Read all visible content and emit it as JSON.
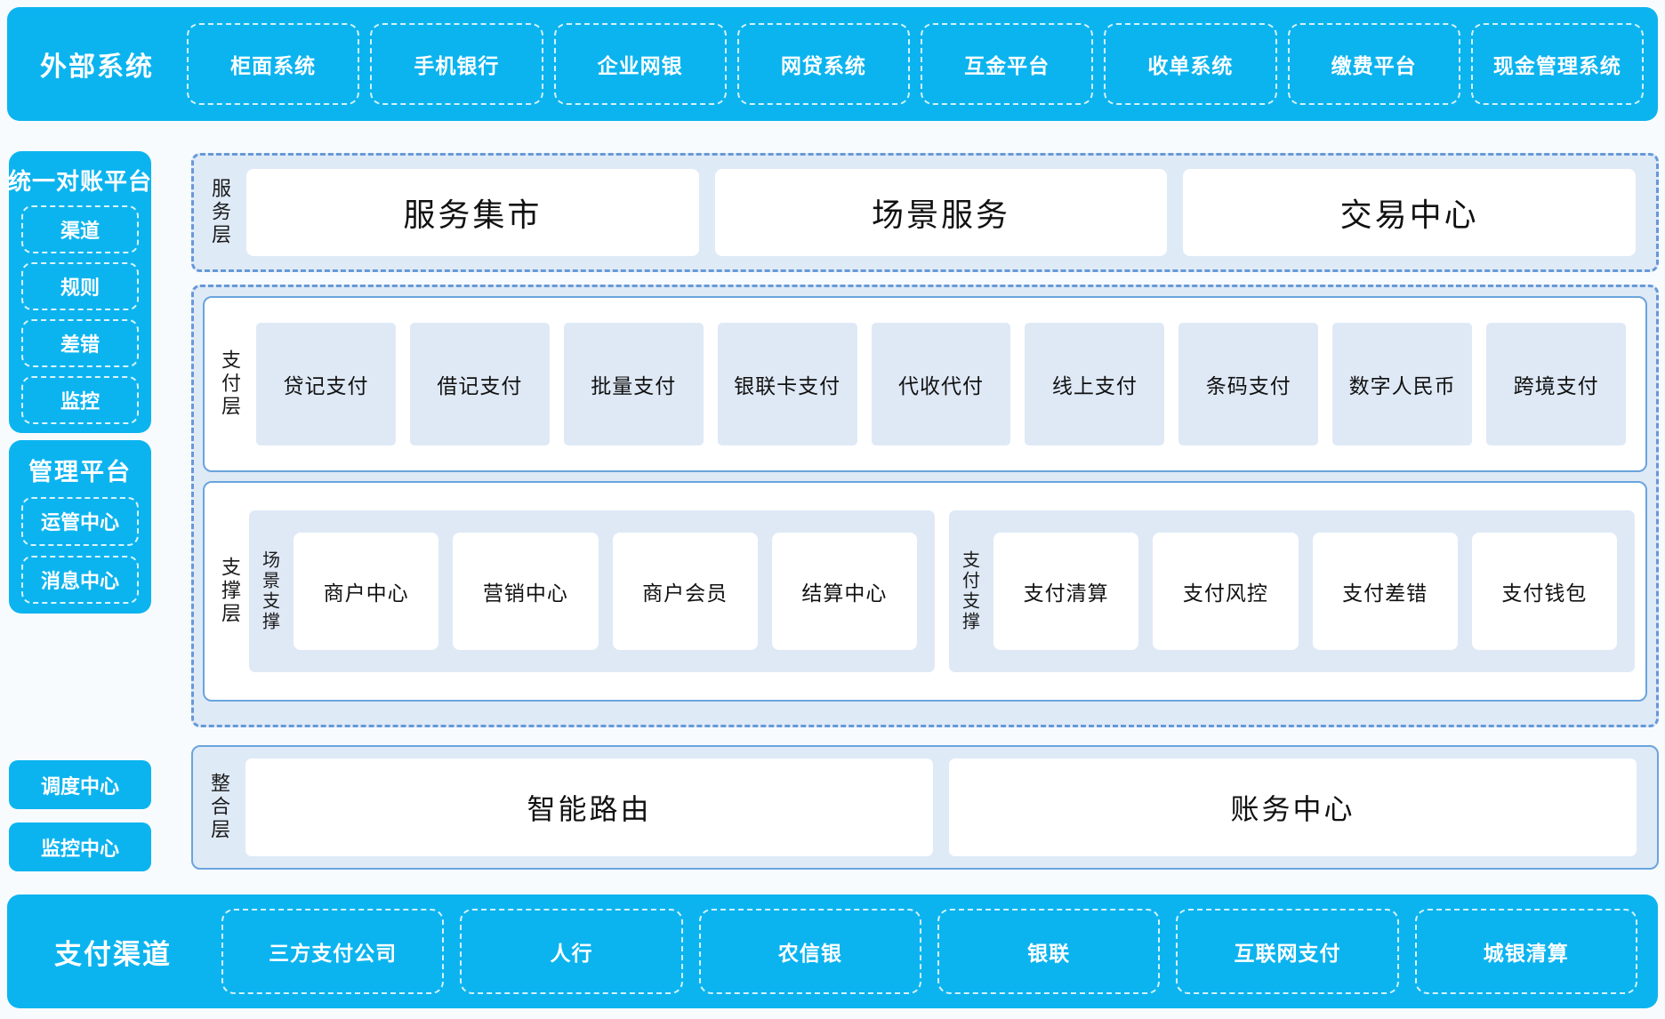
{
  "colors": {
    "cyan": "#0cb4ef",
    "panel_fill": "#dfeaf7",
    "panel_border": "#6699d8",
    "card_fill": "#dfe9f6",
    "background": "#f8fbfd",
    "text_dark": "#111111",
    "text_light": "#ffffff"
  },
  "top_bar": {
    "title": "外部系统",
    "items": [
      {
        "label": "柜面系统"
      },
      {
        "label": "手机银行"
      },
      {
        "label": "企业网银"
      },
      {
        "label": "网贷系统"
      },
      {
        "label": "互金平台"
      },
      {
        "label": "收单系统"
      },
      {
        "label": "缴费平台"
      },
      {
        "label": "现金管理系统"
      }
    ]
  },
  "sidebar": {
    "panels": [
      {
        "title": "统一对账平台",
        "items": [
          {
            "label": "渠道"
          },
          {
            "label": "规则"
          },
          {
            "label": "差错"
          },
          {
            "label": "监控"
          }
        ]
      },
      {
        "title": "管理平台",
        "items": [
          {
            "label": "运管中心"
          },
          {
            "label": "消息中心"
          }
        ]
      }
    ],
    "standalone": [
      {
        "label": "调度中心"
      },
      {
        "label": "监控中心"
      }
    ]
  },
  "service_layer": {
    "label": "服务层",
    "cards": [
      {
        "label": "服务集市"
      },
      {
        "label": "场景服务"
      },
      {
        "label": "交易中心"
      }
    ]
  },
  "payment_layer": {
    "label": "支付层",
    "cards": [
      {
        "label": "贷记支付"
      },
      {
        "label": "借记支付"
      },
      {
        "label": "批量支付"
      },
      {
        "label": "银联卡支付"
      },
      {
        "label": "代收代付"
      },
      {
        "label": "线上支付"
      },
      {
        "label": "条码支付"
      },
      {
        "label": "数字人民币"
      },
      {
        "label": "跨境支付"
      }
    ]
  },
  "support_layer": {
    "label": "支撑层",
    "groups": [
      {
        "label": "场景支撑",
        "cards": [
          {
            "label": "商户中心"
          },
          {
            "label": "营销中心"
          },
          {
            "label": "商户会员"
          },
          {
            "label": "结算中心"
          }
        ]
      },
      {
        "label": "支付支撑",
        "cards": [
          {
            "label": "支付清算"
          },
          {
            "label": "支付风控"
          },
          {
            "label": "支付差错"
          },
          {
            "label": "支付钱包"
          }
        ]
      }
    ]
  },
  "integration_layer": {
    "label": "整合层",
    "cards": [
      {
        "label": "智能路由"
      },
      {
        "label": "账务中心"
      }
    ]
  },
  "bottom_bar": {
    "title": "支付渠道",
    "items": [
      {
        "label": "三方支付公司"
      },
      {
        "label": "人行"
      },
      {
        "label": "农信银"
      },
      {
        "label": "银联"
      },
      {
        "label": "互联网支付"
      },
      {
        "label": "城银清算"
      }
    ]
  }
}
